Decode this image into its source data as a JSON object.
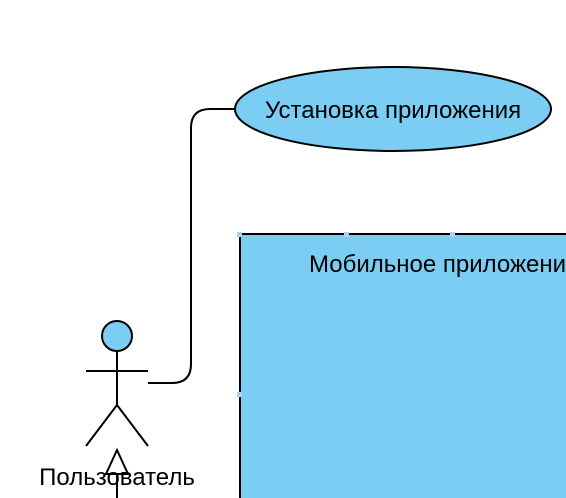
{
  "diagram": {
    "use_case": {
      "label": "Установка приложения"
    },
    "system": {
      "label": "Мобильное приложение"
    },
    "actor": {
      "label": "Пользователь"
    }
  },
  "colors": {
    "fill": "#7bcdf3",
    "stroke": "#000000",
    "background": "#ffffff"
  }
}
